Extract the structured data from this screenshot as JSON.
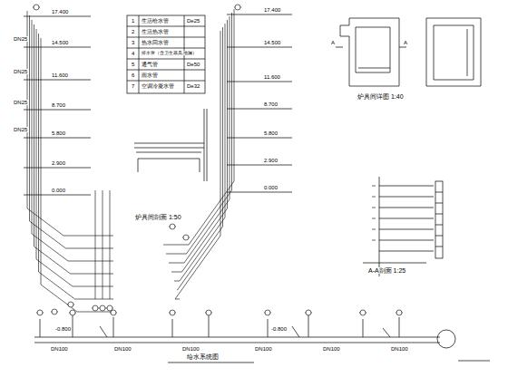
{
  "diagram": {
    "labels": [
      "17.400",
      "14.500",
      "11.600",
      "8.700",
      "5.800",
      "2.900",
      "0.000",
      "DN25",
      "DN25",
      "DN25",
      "DN25",
      "17.400",
      "14.500",
      "11.600",
      "8.700",
      "5.800",
      "2.900",
      "0.000",
      "1",
      "2",
      "3",
      "4",
      "5",
      "6",
      "7",
      "生活给水管",
      "生活热水管",
      "热水回水管",
      "排水管（含卫生器具,地漏）",
      "通气管",
      "雨水管",
      "空调冷凝水管",
      "De25",
      "De50",
      "De32",
      "炉具间剖面 1:50",
      "炉具间详图 1:40",
      "A-A剖面 1:25",
      "给水系统图",
      "A",
      "A",
      "-0.800",
      "-0.800",
      "DN100",
      "DN100",
      "DN100",
      "DN100",
      "DN100",
      "DN100"
    ]
  }
}
